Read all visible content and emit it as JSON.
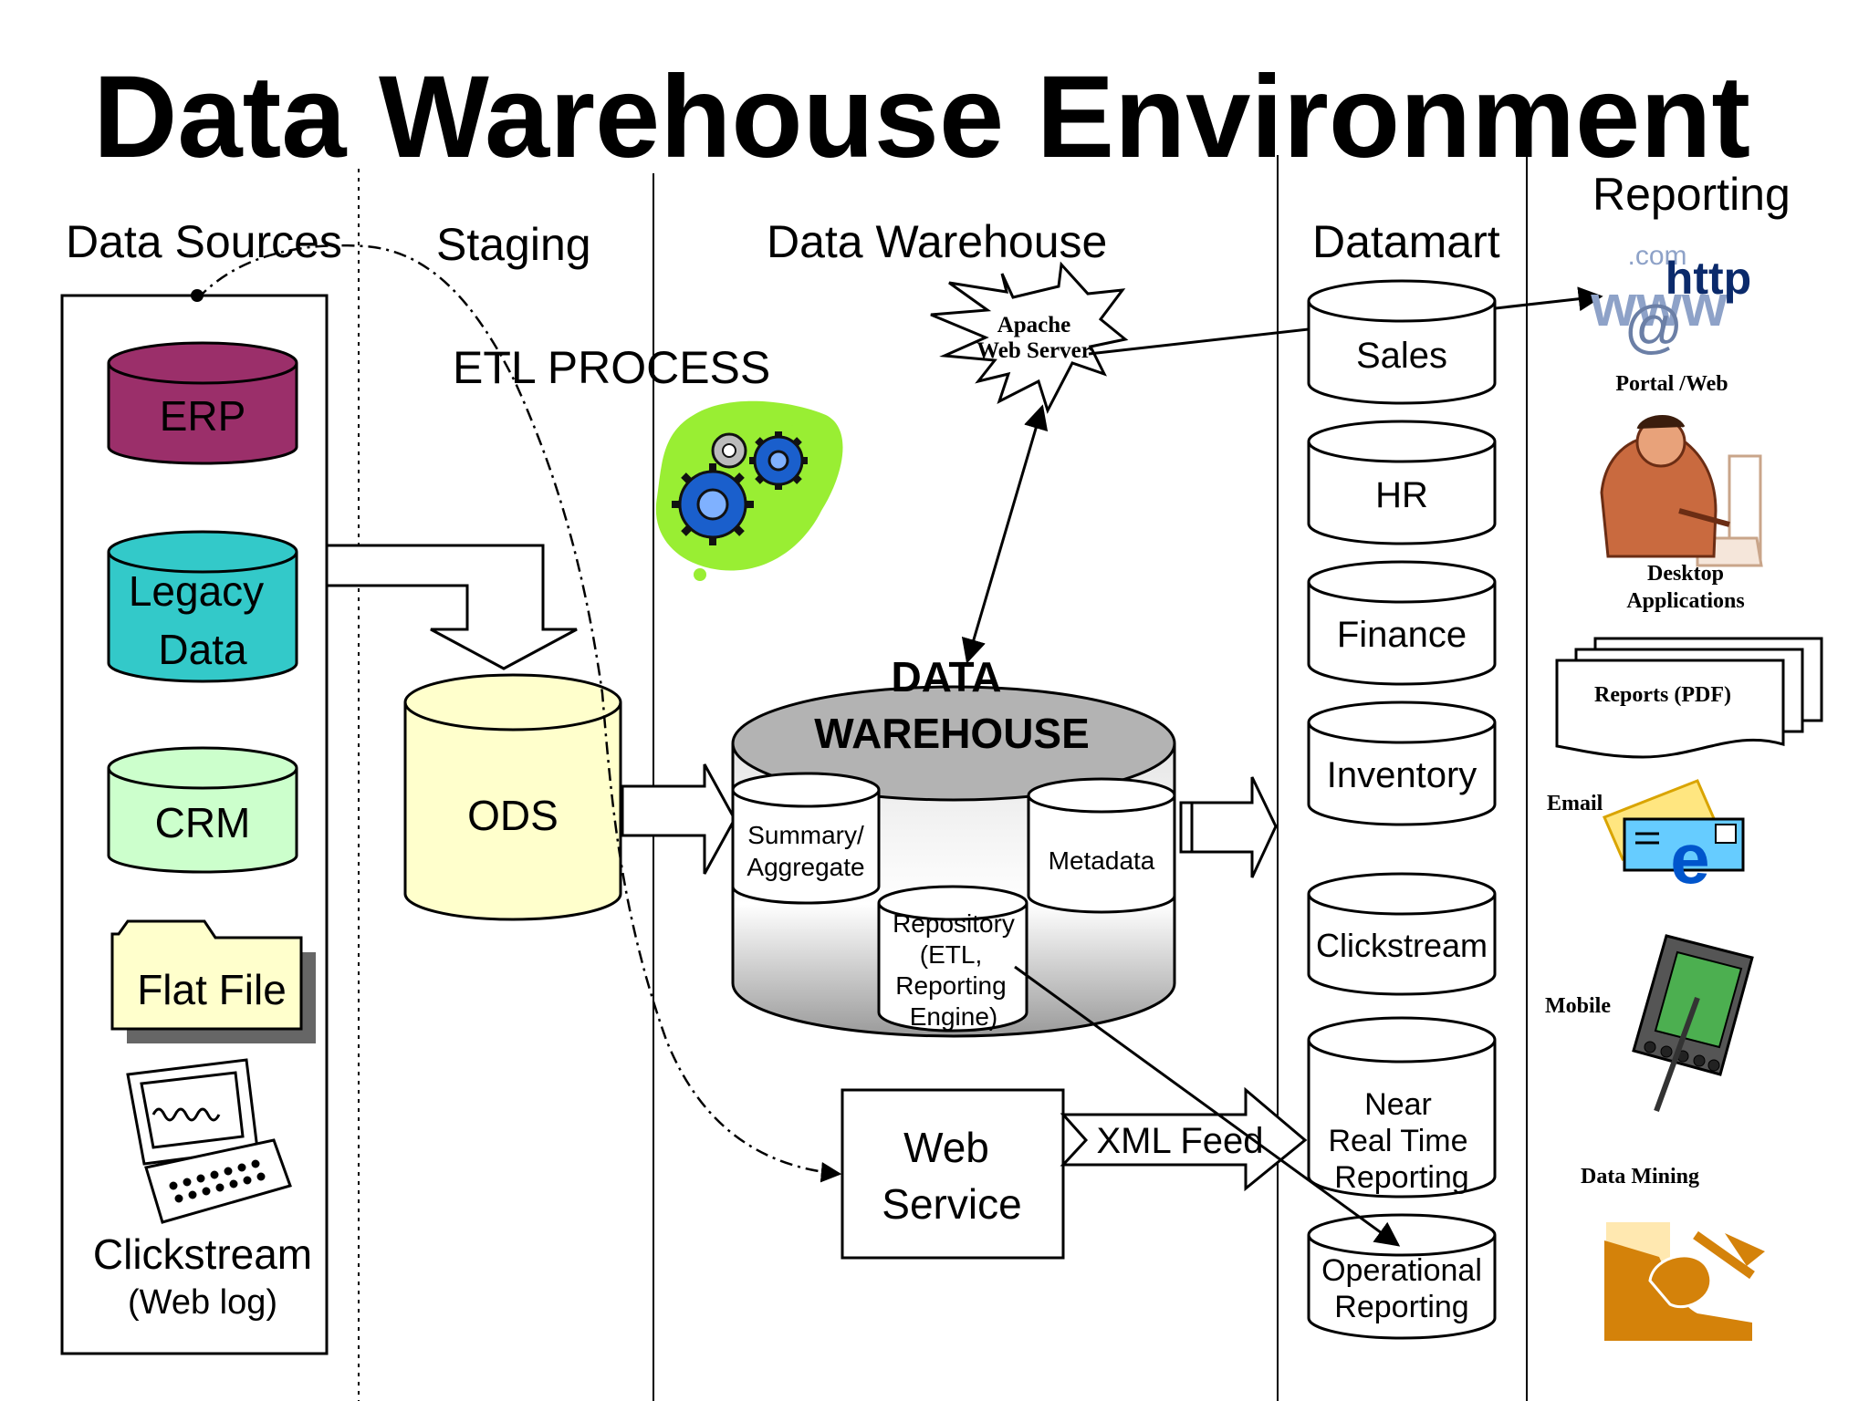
{
  "title": "Data Warehouse Environment",
  "columns": {
    "sources": "Data Sources",
    "staging": "Staging",
    "warehouse": "Data Warehouse",
    "datamart": "Datamart",
    "reporting": "Reporting"
  },
  "etl_label": "ETL PROCESS",
  "sources": {
    "erp": "ERP",
    "legacy_line1": "Legacy",
    "legacy_line2": "Data",
    "crm": "CRM",
    "flat_file": "Flat File",
    "clickstream": "Clickstream",
    "clickstream_sub": "(Web log)"
  },
  "ods": "ODS",
  "warehouse": {
    "title_line1": "DATA",
    "title_line2": "WAREHOUSE",
    "summary_line1": "Summary/",
    "summary_line2": "Aggregate",
    "metadata": "Metadata",
    "repo_line1": "Repository",
    "repo_line2": "(ETL,",
    "repo_line3": "Reporting",
    "repo_line4": "Engine)"
  },
  "apache": {
    "line1": "Apache",
    "line2": "Web Server"
  },
  "web_service": {
    "line1": "Web",
    "line2": "Service"
  },
  "xml_feed": "XML Feed",
  "datamarts": {
    "sales": "Sales",
    "hr": "HR",
    "finance": "Finance",
    "inventory": "Inventory",
    "clickstream": "Clickstream",
    "nrt_line1": "Near",
    "nrt_line2": "Real Time",
    "nrt_line3": "Reporting",
    "op_line1": "Operational",
    "op_line2": "Reporting"
  },
  "reporting": {
    "portal": "Portal /Web",
    "desktop_line1": "Desktop",
    "desktop_line2": "Applications",
    "reports": "Reports (PDF)",
    "email": "Email",
    "mobile": "Mobile",
    "data_mining": "Data Mining",
    "http_text": "http",
    "com_text": ".com",
    "www_text": "www",
    "at_text": "@"
  },
  "colors": {
    "erp": "#9b2f6a",
    "legacy": "#33c9c9",
    "crm": "#ccffcc",
    "flat_file": "#ffffcc",
    "ods": "#ffffcc",
    "etl_blob": "#99ee33",
    "gear": "#1a5fcc",
    "warehouse_top": "#b3b3b3"
  }
}
